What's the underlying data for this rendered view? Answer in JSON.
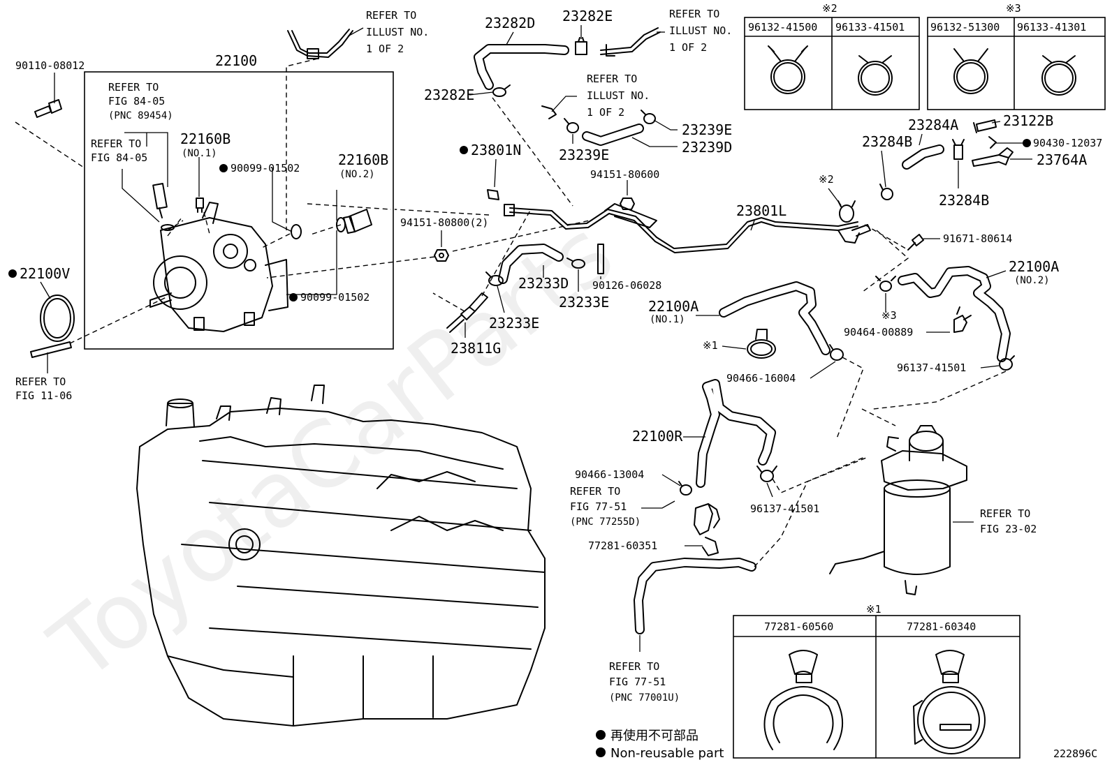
{
  "diagram_id": "222896C",
  "watermark": "ToyotaCarParts",
  "legend": {
    "jp": "再使用不可部品",
    "en": "Non-reusable part"
  },
  "tables": {
    "t2": {
      "mark": "※2",
      "cols": [
        "96132-41500",
        "96133-41501"
      ]
    },
    "t3": {
      "mark": "※3",
      "cols": [
        "96132-51300",
        "96133-41301"
      ]
    },
    "t1": {
      "mark": "※1",
      "cols": [
        "77281-60560",
        "77281-60340"
      ]
    }
  },
  "labels": {
    "p90110": "90110-08012",
    "p22100": "22100",
    "ref8405a_1": "REFER TO",
    "ref8405a_2": "FIG 84-05",
    "ref8405a_3": "(PNC 89454)",
    "ref8405b_1": "REFER TO",
    "ref8405b_2": "FIG 84-05",
    "p22160b1": "22160B",
    "p22160b1n": "(NO.1)",
    "p90099a": "90099-01502",
    "p22160b2": "22160B",
    "p22160b2n": "(NO.2)",
    "p90099b": "90099-01502",
    "p22100v": "22100V",
    "ref1106_1": "REFER TO",
    "ref1106_2": "FIG 11-06",
    "refill1_1": "REFER TO",
    "refill1_2": "ILLUST NO.",
    "refill1_3": "1 OF 2",
    "refill2_1": "REFER TO",
    "refill2_2": "ILLUST NO.",
    "refill2_3": "1 OF 2",
    "refill3_1": "REFER TO",
    "refill3_2": "ILLUST NO.",
    "refill3_3": "1 OF 2",
    "p23282d": "23282D",
    "p23282e1": "23282E",
    "p23282e2": "23282E",
    "p23801n": "23801N",
    "p94151a": "94151-80800(2)",
    "p94151b": "94151-80600",
    "p23239e1": "23239E",
    "p23239e2": "23239E",
    "p23239d": "23239D",
    "p23233d": "23233D",
    "p23233e1": "23233E",
    "p23233e2": "23233E",
    "p90126": "90126-06028",
    "p23811g": "23811G",
    "p23801l": "23801L",
    "mark2": "※2",
    "p23284a": "23284A",
    "p23284b1": "23284B",
    "p23284b2": "23284B",
    "p23122b": "23122B",
    "p90430": "90430-12037",
    "p23764a": "23764A",
    "p91671": "91671-80614",
    "p22100a2": "22100A",
    "p22100a2n": "(NO.2)",
    "p22100a1": "22100A",
    "p22100a1n": "(NO.1)",
    "mark3": "※3",
    "p90464": "90464-00889",
    "mark1": "※1",
    "p90466a": "90466-16004",
    "p96137a": "96137-41501",
    "p22100r": "22100R",
    "p90466b": "90466-13004",
    "ref7751a_1": "REFER TO",
    "ref7751a_2": "FIG 77-51",
    "ref7751a_3": "(PNC 77255D)",
    "p96137b": "96137-41501",
    "ref2302_1": "REFER TO",
    "ref2302_2": "FIG 23-02",
    "p77281": "77281-60351",
    "ref7751b_1": "REFER TO",
    "ref7751b_2": "FIG 77-51",
    "ref7751b_3": "(PNC 77001U)"
  }
}
